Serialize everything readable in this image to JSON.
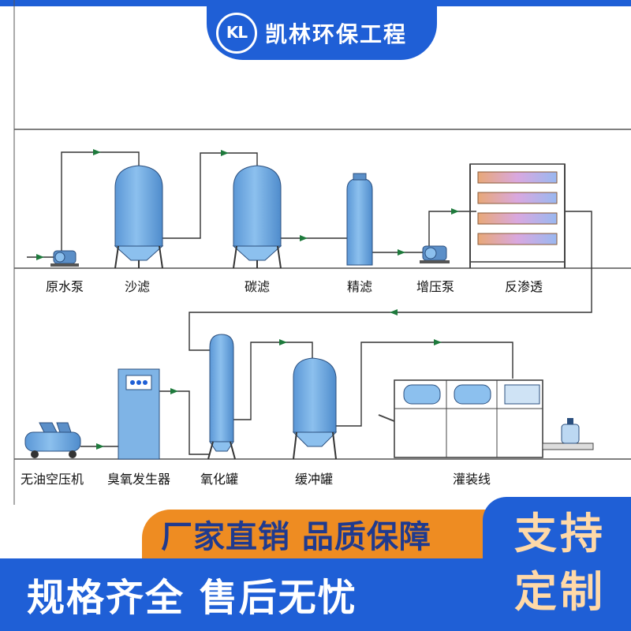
{
  "header": {
    "logo_text": "KL",
    "company_name": "凯林环保工程"
  },
  "process": {
    "row1": [
      "原水泵",
      "沙滤",
      "碳滤",
      "精滤",
      "增压泵",
      "反渗透"
    ],
    "row2": [
      "无油空压机",
      "臭氧发生器",
      "氧化罐",
      "缓冲罐",
      "灌装线"
    ]
  },
  "banner": {
    "top_slogan": "厂家直销 品质保障",
    "bottom_slogan": "规格齐全 售后无忧",
    "custom_line1": "支持",
    "custom_line2": "定制"
  },
  "colors": {
    "brand_blue": "#1f5fd6",
    "accent_orange": "#ee8c22",
    "tank_blue": "#6fa8e0",
    "pipe_green": "#1e7a3c"
  }
}
